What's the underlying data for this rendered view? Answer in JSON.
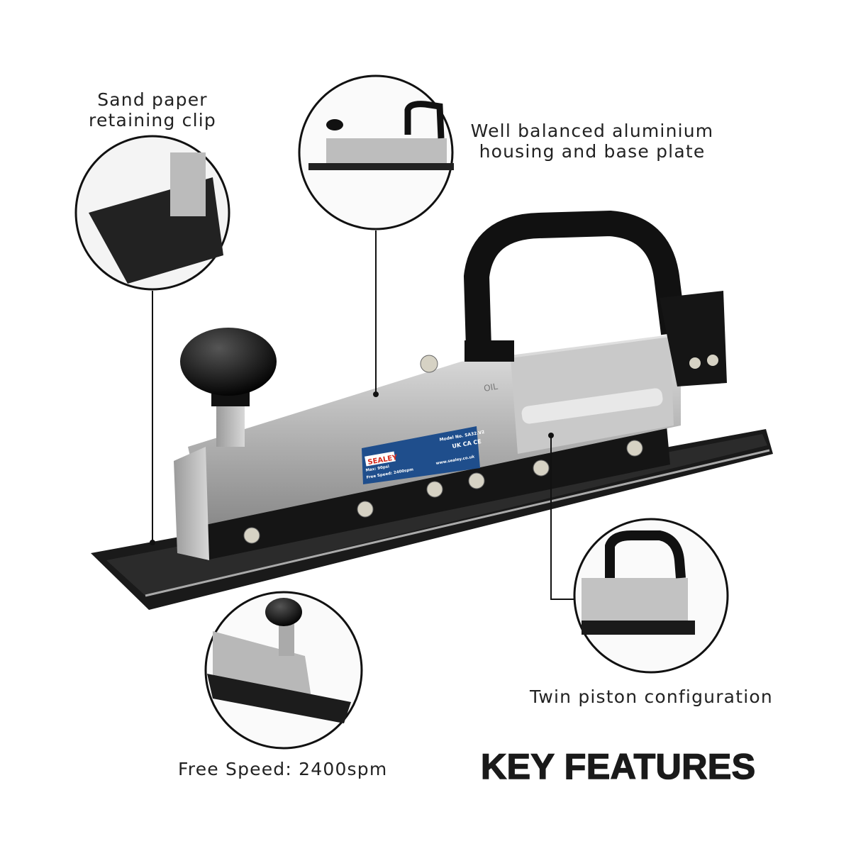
{
  "features": {
    "clip": {
      "line1": "Sand paper",
      "line2": "retaining clip"
    },
    "housing": {
      "line1": "Well balanced aluminium",
      "line2": "housing and base plate"
    },
    "piston": {
      "label": "Twin piston configuration"
    },
    "speed": {
      "label": "Free Speed: 2400spm"
    }
  },
  "heading": "KEY FEATURES",
  "product_label": {
    "brand": "SEALEY",
    "model": "Model No. SA32.V2",
    "max": "Max: 90psi",
    "free_speed": "Free Speed: 2400spm",
    "website": "www.sealey.co.uk",
    "marks": "UK CA CE",
    "brand_color": "#1f4e8c",
    "logo_red": "#d52b1e"
  },
  "oil_marking": "OIL"
}
